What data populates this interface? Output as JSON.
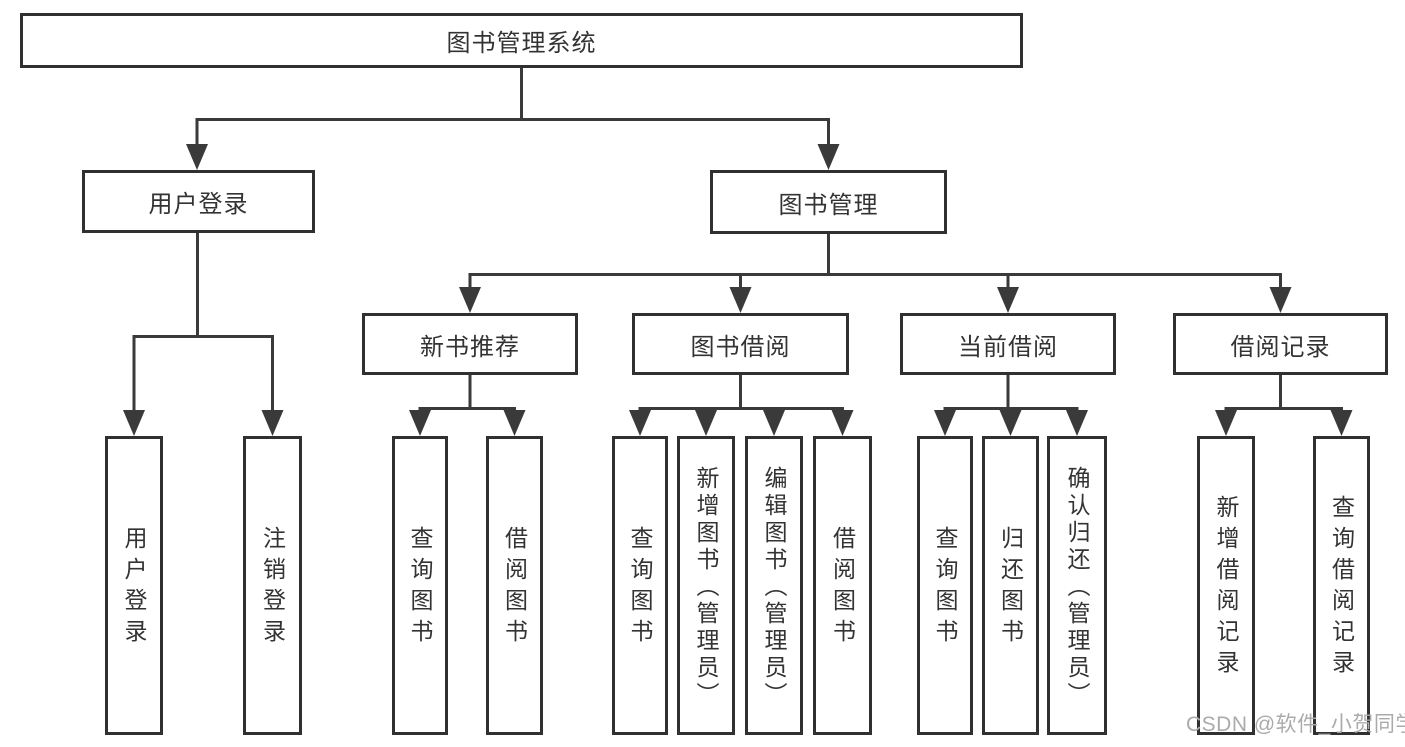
{
  "diagram": {
    "type": "hierarchy-tree",
    "title": "图书管理系统",
    "colors": {
      "line": "#3a3a3a",
      "box_border": "#303030",
      "text": "#333333",
      "background": "#ffffff",
      "watermark": "#ababab"
    },
    "hierarchy": {
      "图书管理系统": {
        "用户登录": [
          "用户登录",
          "注销登录"
        ],
        "图书管理": {
          "新书推荐": [
            "查询图书",
            "借阅图书"
          ],
          "图书借阅": [
            "查询图书",
            "新增图书（管理员）",
            "编辑图书（管理员）",
            "借阅图书"
          ],
          "当前借阅": [
            "查询图书",
            "归还图书",
            "确认归还（管理员）"
          ],
          "借阅记录": [
            "新增借阅记录",
            "查询借阅记录"
          ]
        }
      }
    }
  },
  "nodes": {
    "root": {
      "label": "图书管理系统"
    },
    "user_login": {
      "label": "用户登录"
    },
    "book_mgmt": {
      "label": "图书管理"
    },
    "login": {
      "label": "用户登录"
    },
    "logout": {
      "label": "注销登录"
    },
    "new_book_rec": {
      "label": "新书推荐"
    },
    "book_borrow": {
      "label": "图书借阅"
    },
    "current_borrow": {
      "label": "当前借阅"
    },
    "borrow_record": {
      "label": "借阅记录"
    },
    "nb_query": {
      "label": "查询图书"
    },
    "nb_borrow": {
      "label": "借阅图书"
    },
    "bb_query": {
      "label": "查询图书"
    },
    "bb_add": {
      "label": "新增图书（管理员）"
    },
    "bb_edit": {
      "label": "编辑图书（管理员）"
    },
    "bb_borrow": {
      "label": "借阅图书"
    },
    "cb_query": {
      "label": "查询图书"
    },
    "cb_return": {
      "label": "归还图书"
    },
    "cb_confirm": {
      "label": "确认归还（管理员）"
    },
    "br_add": {
      "label": "新增借阅记录"
    },
    "br_query": {
      "label": "查询借阅记录"
    }
  },
  "watermark": {
    "text": "CSDN @软件_小贺同学"
  }
}
